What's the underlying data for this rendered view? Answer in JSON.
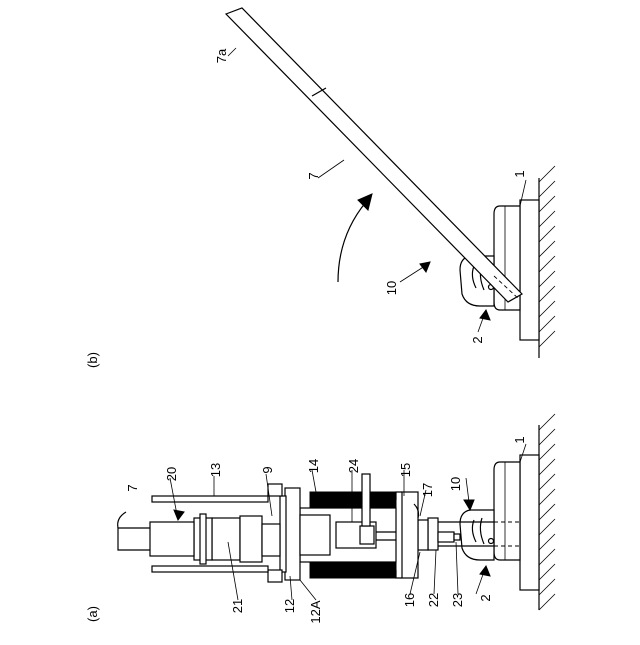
{
  "figure": {
    "panel_a": {
      "caption": "(a)",
      "labels": {
        "l7": "7",
        "l20": "20",
        "l13": "13",
        "l9": "9",
        "l14": "14",
        "l24": "24",
        "l15": "15",
        "l17": "17",
        "l10": "10",
        "l1": "1",
        "l21": "21",
        "l12": "12",
        "l12a": "12A",
        "l16": "16",
        "l22": "22",
        "l23": "23",
        "l2": "2"
      }
    },
    "panel_b": {
      "caption": "(b)",
      "labels": {
        "l7a": "7a",
        "l7": "7",
        "l1": "1",
        "l10": "10",
        "l2": "2"
      }
    }
  }
}
